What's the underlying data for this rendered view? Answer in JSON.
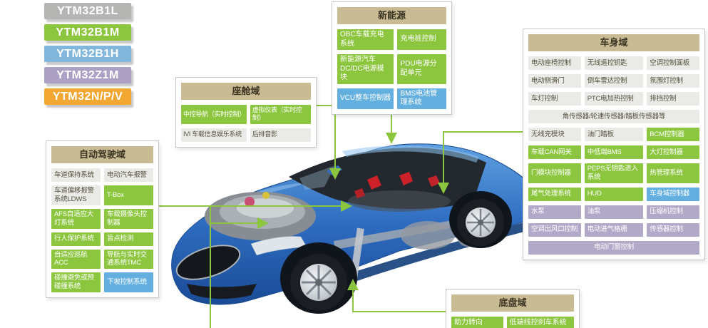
{
  "chips": [
    {
      "label": "YTM32B1L",
      "color": "#b5b5b3"
    },
    {
      "label": "YTM32B1M",
      "color": "#8cc63f"
    },
    {
      "label": "YTM32B1H",
      "color": "#82b7dd"
    },
    {
      "label": "YTM32Z1M",
      "color": "#aca1c5"
    },
    {
      "label": "YTM32N/P/V",
      "color": "#f3a733"
    }
  ],
  "colors": {
    "title_bar": "#c9bb93",
    "item_green": "#8cc63f",
    "item_blue": "#63afdf",
    "item_purple": "#b2a8c8",
    "item_gray": "#eaeae7",
    "connector": "#8cc63f",
    "car_blue": "#2a66b8"
  },
  "panels": {
    "new_energy": {
      "title": "新能源",
      "items": [
        {
          "label": "OBC车载充电系统",
          "type": "green"
        },
        {
          "label": "充电桩控制",
          "type": "green"
        },
        {
          "label": "新能源汽车DC/DC电源模块",
          "type": "green"
        },
        {
          "label": "PDU电源分配单元",
          "type": "green"
        },
        {
          "label": "VCU整车控制器",
          "type": "blue"
        },
        {
          "label": "BMS电池管理系统",
          "type": "blue"
        }
      ]
    },
    "cockpit": {
      "title": "座舱域",
      "items": [
        {
          "label": "中控导航（实时控制）",
          "type": "green"
        },
        {
          "label": "虚拟仪表（实时控制）",
          "type": "green"
        },
        {
          "label": "IVI 车载信息娱乐系统",
          "type": "gray"
        },
        {
          "label": "后排音影",
          "type": "gray"
        }
      ]
    },
    "adas": {
      "title": "自动驾驶域",
      "items": [
        {
          "label": "车道保持系统",
          "type": "gray"
        },
        {
          "label": "电动汽车报警",
          "type": "gray"
        },
        {
          "label": "车道偏移报警系统LDWS",
          "type": "gray"
        },
        {
          "label": "T-Box",
          "type": "green"
        },
        {
          "label": "AFS自适应大灯系统",
          "type": "green"
        },
        {
          "label": "车载摄像头控制器",
          "type": "green"
        },
        {
          "label": "行人保护系统",
          "type": "green"
        },
        {
          "label": "盲点检测",
          "type": "green"
        },
        {
          "label": "自适应巡航ACC",
          "type": "green"
        },
        {
          "label": "导航与实时交通系统TMC",
          "type": "green"
        },
        {
          "label": "碰撞避免或预碰撞系统",
          "type": "green"
        },
        {
          "label": "下坡控制系统",
          "type": "blue"
        }
      ]
    },
    "body": {
      "title": "车身域",
      "items": [
        {
          "label": "电动座椅控制",
          "type": "gray"
        },
        {
          "label": "无线遥控钥匙",
          "type": "gray"
        },
        {
          "label": "空调控制面板",
          "type": "gray"
        },
        {
          "label": "电动侧滑门",
          "type": "gray"
        },
        {
          "label": "倒车雷达控制",
          "type": "gray"
        },
        {
          "label": "氛围灯控制",
          "type": "gray"
        },
        {
          "label": "车灯控制",
          "type": "gray"
        },
        {
          "label": "PTC电加热控制",
          "type": "gray"
        },
        {
          "label": "排挡控制",
          "type": "gray"
        },
        {
          "label": "角传感器/轮速传感器/踏板传感器等",
          "type": "gray",
          "span": 3
        },
        {
          "label": "无线充模块",
          "type": "gray"
        },
        {
          "label": "油门踏板",
          "type": "gray"
        },
        {
          "label": "BCM控制器",
          "type": "green"
        },
        {
          "label": "车载CAN网关",
          "type": "green"
        },
        {
          "label": "中低端BMS",
          "type": "green"
        },
        {
          "label": "大灯控制器",
          "type": "green"
        },
        {
          "label": "门模块控制器",
          "type": "green"
        },
        {
          "label": "PEPS无钥匙进入系统",
          "type": "green"
        },
        {
          "label": "热管理系统",
          "type": "green"
        },
        {
          "label": "尾气处理系统",
          "type": "green"
        },
        {
          "label": "HUD",
          "type": "green"
        },
        {
          "label": "车身域控制器",
          "type": "blue"
        },
        {
          "label": "水泵",
          "type": "purple"
        },
        {
          "label": "油泵",
          "type": "purple"
        },
        {
          "label": "压缩机控制",
          "type": "purple"
        },
        {
          "label": "空调出风口控制",
          "type": "purple"
        },
        {
          "label": "电动进气格栅",
          "type": "purple"
        },
        {
          "label": "传感器控制",
          "type": "purple"
        },
        {
          "label": "电动门窗控制",
          "type": "purple",
          "span": 3
        }
      ]
    },
    "chassis": {
      "title": "底盘域",
      "items": [
        {
          "label": "助力转向",
          "type": "green"
        },
        {
          "label": "低端线控刹车系统",
          "type": "green"
        }
      ]
    }
  }
}
